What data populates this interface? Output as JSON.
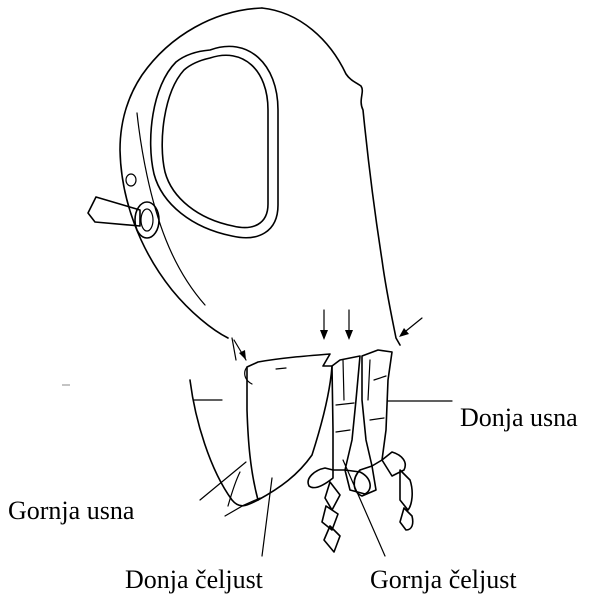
{
  "labels": {
    "labium": "Donja usna",
    "labrum": "Gornja usna",
    "maxilla": "Donja čeljust",
    "mandible": "Gornja čeljust"
  }
}
